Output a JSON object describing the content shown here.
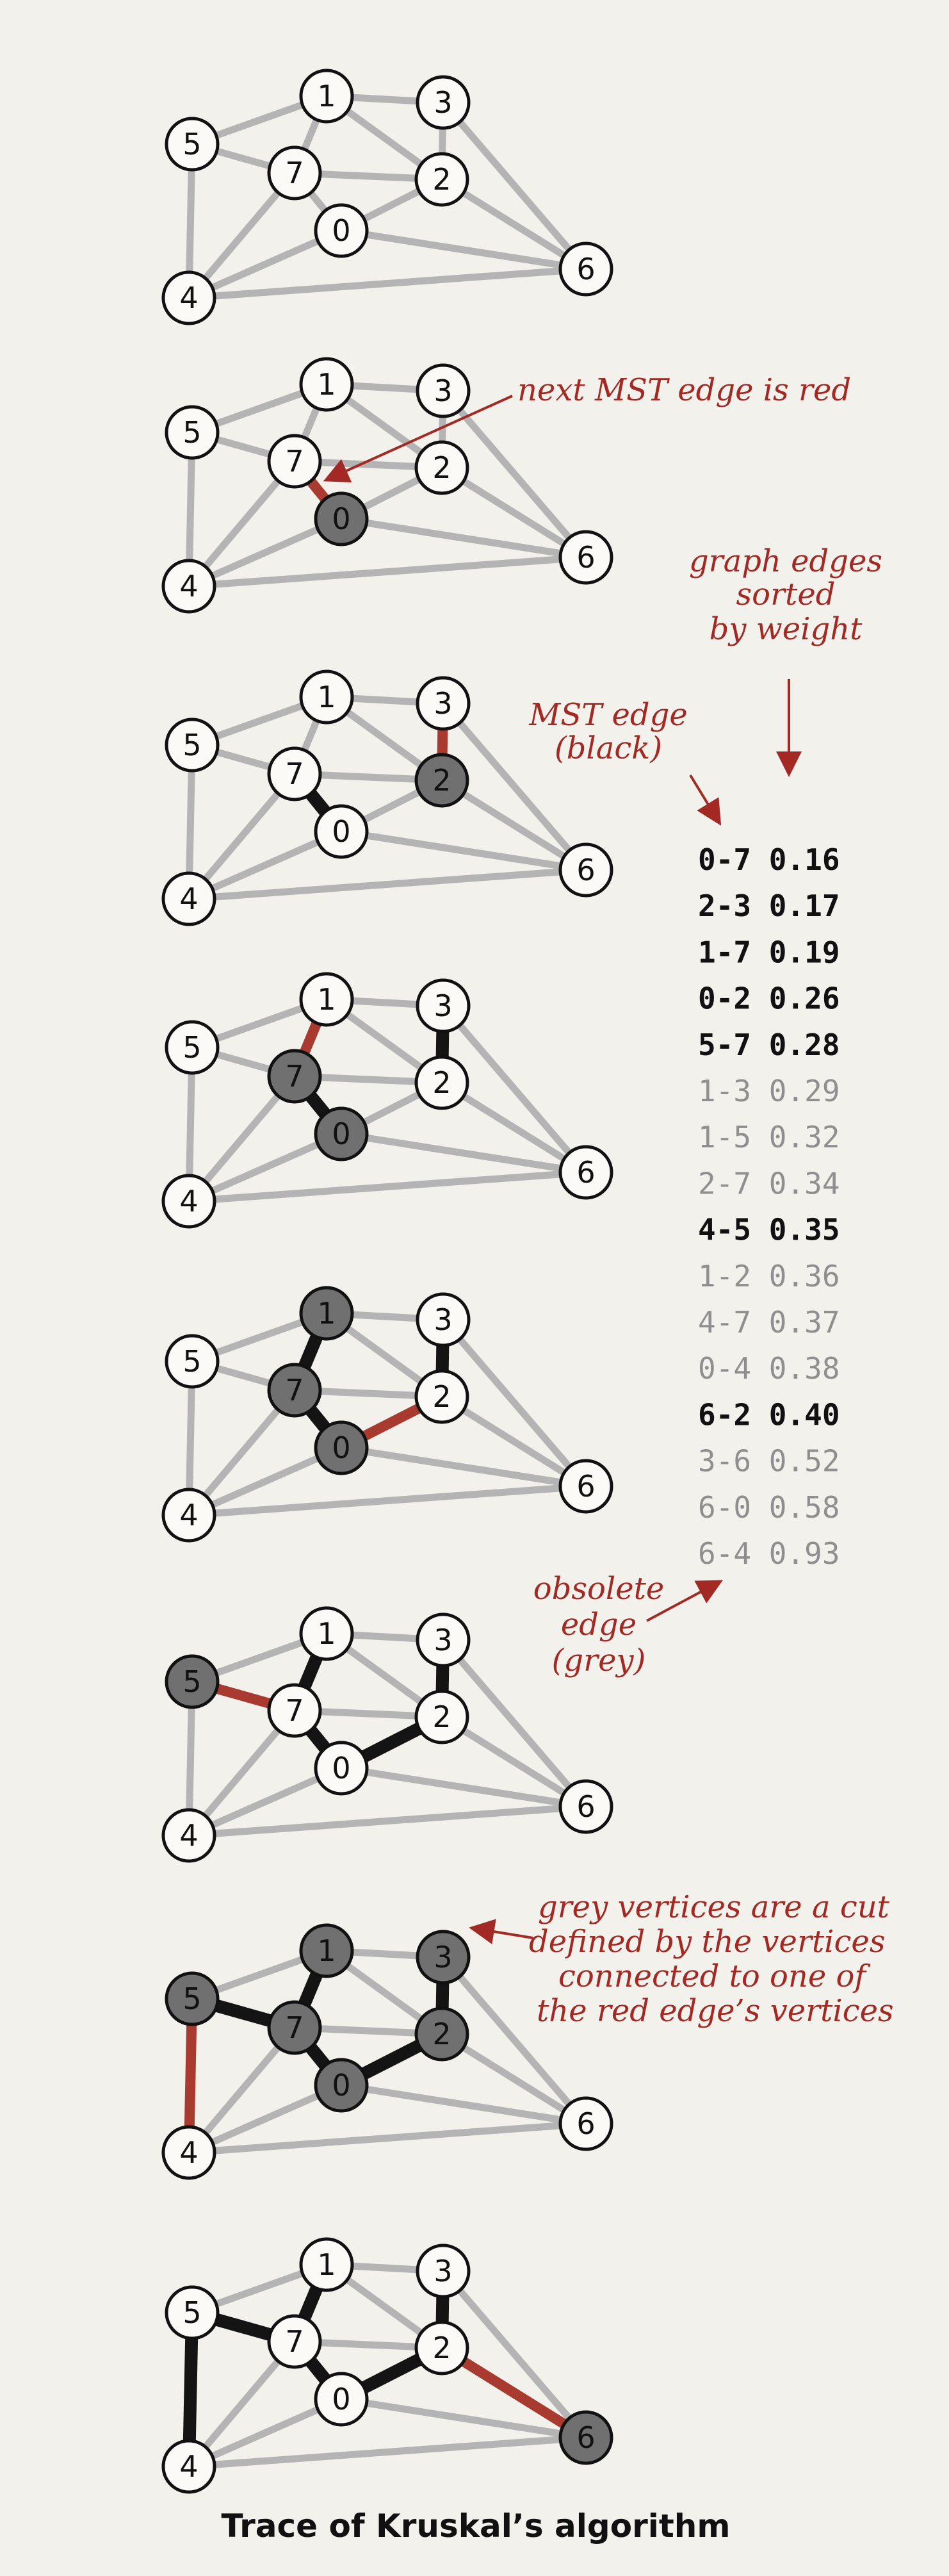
{
  "colors": {
    "grey_edge": "#b4b4b4",
    "mst_edge": "#141414",
    "next_edge": "#a83a2f",
    "vertex_fill": "#fbfaf6",
    "vertex_grey": "#707070",
    "obsolete_text": "#8f8f8f",
    "annotation": "#a32a24",
    "background": "#f3f1ec"
  },
  "vertices": [
    "0",
    "1",
    "2",
    "3",
    "4",
    "5",
    "6",
    "7"
  ],
  "graph_edges": [
    [
      "1",
      "7"
    ],
    [
      "1",
      "3"
    ],
    [
      "1",
      "5"
    ],
    [
      "1",
      "2"
    ],
    [
      "3",
      "2"
    ],
    [
      "3",
      "6"
    ],
    [
      "5",
      "7"
    ],
    [
      "5",
      "4"
    ],
    [
      "7",
      "2"
    ],
    [
      "7",
      "0"
    ],
    [
      "7",
      "4"
    ],
    [
      "2",
      "0"
    ],
    [
      "2",
      "6"
    ],
    [
      "0",
      "4"
    ],
    [
      "0",
      "6"
    ],
    [
      "4",
      "6"
    ]
  ],
  "steps": [
    {
      "mst": [],
      "next": null,
      "grey_vertices": []
    },
    {
      "mst": [],
      "next": [
        "0",
        "7"
      ],
      "grey_vertices": [
        "0"
      ]
    },
    {
      "mst": [
        [
          "0",
          "7"
        ]
      ],
      "next": [
        "2",
        "3"
      ],
      "grey_vertices": [
        "2"
      ]
    },
    {
      "mst": [
        [
          "0",
          "7"
        ],
        [
          "2",
          "3"
        ]
      ],
      "next": [
        "1",
        "7"
      ],
      "grey_vertices": [
        "7",
        "0"
      ]
    },
    {
      "mst": [
        [
          "0",
          "7"
        ],
        [
          "2",
          "3"
        ],
        [
          "1",
          "7"
        ]
      ],
      "next": [
        "0",
        "2"
      ],
      "grey_vertices": [
        "1",
        "7",
        "0"
      ]
    },
    {
      "mst": [
        [
          "0",
          "7"
        ],
        [
          "2",
          "3"
        ],
        [
          "1",
          "7"
        ],
        [
          "0",
          "2"
        ]
      ],
      "next": [
        "5",
        "7"
      ],
      "grey_vertices": [
        "5"
      ]
    },
    {
      "mst": [
        [
          "0",
          "7"
        ],
        [
          "2",
          "3"
        ],
        [
          "1",
          "7"
        ],
        [
          "0",
          "2"
        ],
        [
          "5",
          "7"
        ]
      ],
      "next": [
        "4",
        "5"
      ],
      "grey_vertices": [
        "5",
        "7",
        "1",
        "0",
        "2",
        "3"
      ]
    },
    {
      "mst": [
        [
          "0",
          "7"
        ],
        [
          "2",
          "3"
        ],
        [
          "1",
          "7"
        ],
        [
          "0",
          "2"
        ],
        [
          "5",
          "7"
        ],
        [
          "4",
          "5"
        ]
      ],
      "next": [
        "6",
        "2"
      ],
      "grey_vertices": [
        "6"
      ]
    }
  ],
  "sorted_edges": [
    {
      "edge": "0-7",
      "weight": "0.16",
      "in_mst": true
    },
    {
      "edge": "2-3",
      "weight": "0.17",
      "in_mst": true
    },
    {
      "edge": "1-7",
      "weight": "0.19",
      "in_mst": true
    },
    {
      "edge": "0-2",
      "weight": "0.26",
      "in_mst": true
    },
    {
      "edge": "5-7",
      "weight": "0.28",
      "in_mst": true
    },
    {
      "edge": "1-3",
      "weight": "0.29",
      "in_mst": false
    },
    {
      "edge": "1-5",
      "weight": "0.32",
      "in_mst": false
    },
    {
      "edge": "2-7",
      "weight": "0.34",
      "in_mst": false
    },
    {
      "edge": "4-5",
      "weight": "0.35",
      "in_mst": true
    },
    {
      "edge": "1-2",
      "weight": "0.36",
      "in_mst": false
    },
    {
      "edge": "4-7",
      "weight": "0.37",
      "in_mst": false
    },
    {
      "edge": "0-4",
      "weight": "0.38",
      "in_mst": false
    },
    {
      "edge": "6-2",
      "weight": "0.40",
      "in_mst": true
    },
    {
      "edge": "3-6",
      "weight": "0.52",
      "in_mst": false
    },
    {
      "edge": "6-0",
      "weight": "0.58",
      "in_mst": false
    },
    {
      "edge": "6-4",
      "weight": "0.93",
      "in_mst": false
    }
  ],
  "annotations": {
    "next_mst_edge": "next MST edge is red",
    "sorted_line1": "graph edges",
    "sorted_line2": "sorted",
    "sorted_line3": "by weight",
    "mst_edge_line1": "MST edge",
    "mst_edge_line2": "(black)",
    "obsolete_line1": "obsolete",
    "obsolete_line2": "edge",
    "obsolete_line3": "(grey)",
    "cut_line1": "grey vertices are a cut",
    "cut_line2": "defined by the vertices",
    "cut_line3": "connected to one of",
    "cut_line4": "the red edge’s vertices"
  },
  "caption": "Trace of Kruskal’s algorithm"
}
